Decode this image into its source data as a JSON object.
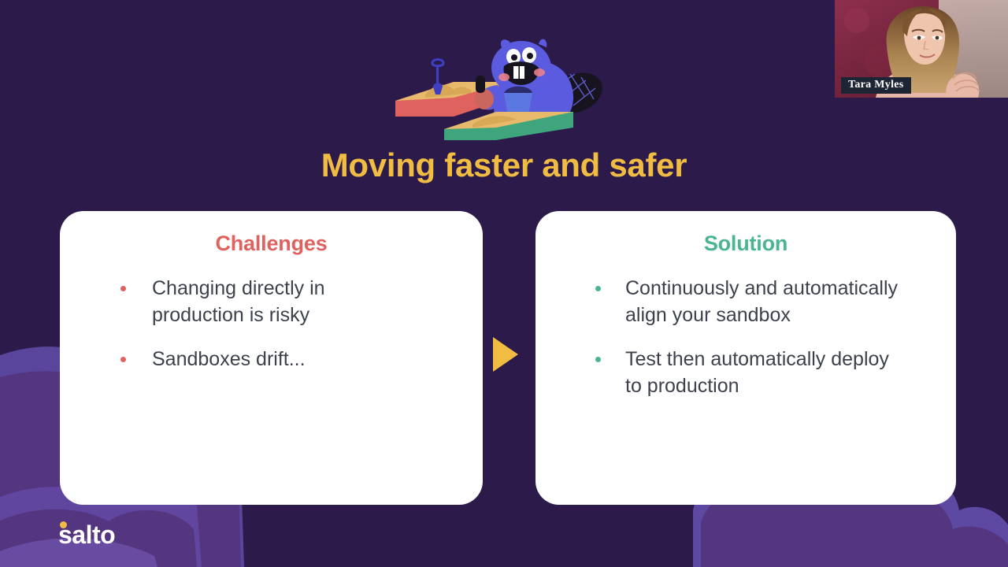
{
  "slide": {
    "title": "Moving faster and safer",
    "background_color": "#2b1a4a",
    "title_color": "#f0bd42"
  },
  "illustration": {
    "name": "beaver-sandbox-mascot",
    "description": "Blue beaver mascot with bucket and shovel standing between a red sandbox and a green sandbox",
    "beaver_color": "#5b5be0",
    "red_sandbox_color": "#e0625f",
    "green_sandbox_color": "#3fa57d",
    "sand_color": "#e8b96a"
  },
  "cards": [
    {
      "id": "challenges",
      "heading": "Challenges",
      "heading_color": "#e0625f",
      "bullet_color": "#e0625f",
      "bullets": [
        "Changing directly in production is risky",
        "Sandboxes drift..."
      ]
    },
    {
      "id": "solution",
      "heading": "Solution",
      "heading_color": "#4ab58e",
      "bullet_color": "#4ab58e",
      "bullets": [
        "Continuously and automatically align your sandbox",
        "Test then automatically deploy to production"
      ]
    }
  ],
  "arrow": {
    "name": "right-arrow-icon",
    "color": "#f0bd42"
  },
  "logo": {
    "word": "salto",
    "dot_color": "#f0bd42",
    "word_color": "#ffffff"
  },
  "webcam": {
    "speaker_name": "Tara Myles",
    "label_background": "#1d2433",
    "label_color": "#ffffff"
  }
}
